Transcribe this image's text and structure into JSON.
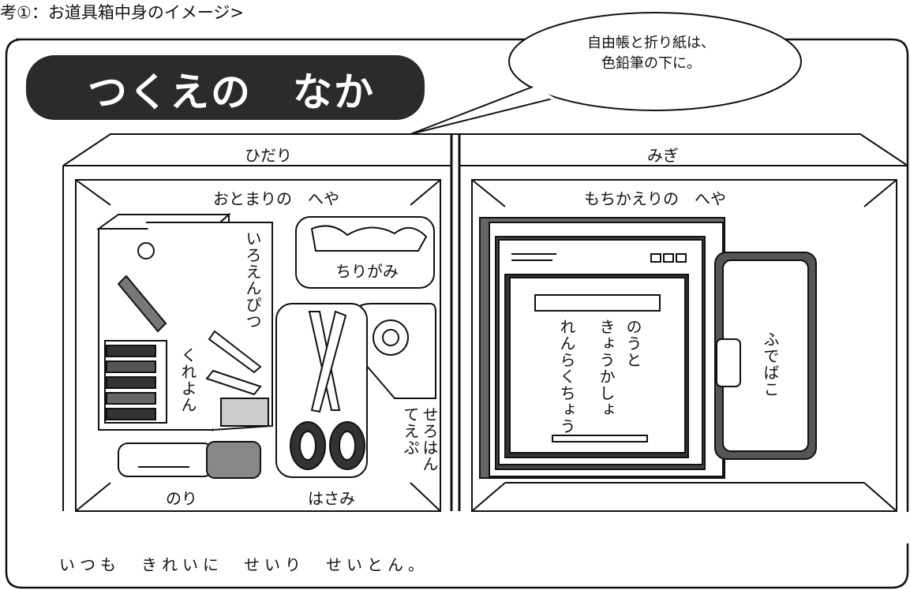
{
  "caption": "考①：お道具箱中身のイメージ>",
  "callout": {
    "line1": "自由帳と折り紙は、",
    "line2": "色鉛筆の下に。"
  },
  "title": "つくえの　なか",
  "left_section": {
    "label": "ひだり",
    "room": "おとまりの　へや",
    "items": {
      "colored_pencils": "いろえんぴつ",
      "crayons": "くれよん",
      "tissues": "ちりがみ",
      "tape_line1": "せろはん",
      "tape_line2": "てえぷ",
      "glue": "のり",
      "scissors": "はさみ"
    }
  },
  "right_section": {
    "label": "みぎ",
    "room": "もちかえりの　へや",
    "items": {
      "notebook": "のうと",
      "textbook": "きょうかしょ",
      "contact_book": "れんらくちょう",
      "pencil_case": "ふでばこ"
    }
  },
  "bottom_text": "いつも　きれいに　せいり　せいとん。"
}
